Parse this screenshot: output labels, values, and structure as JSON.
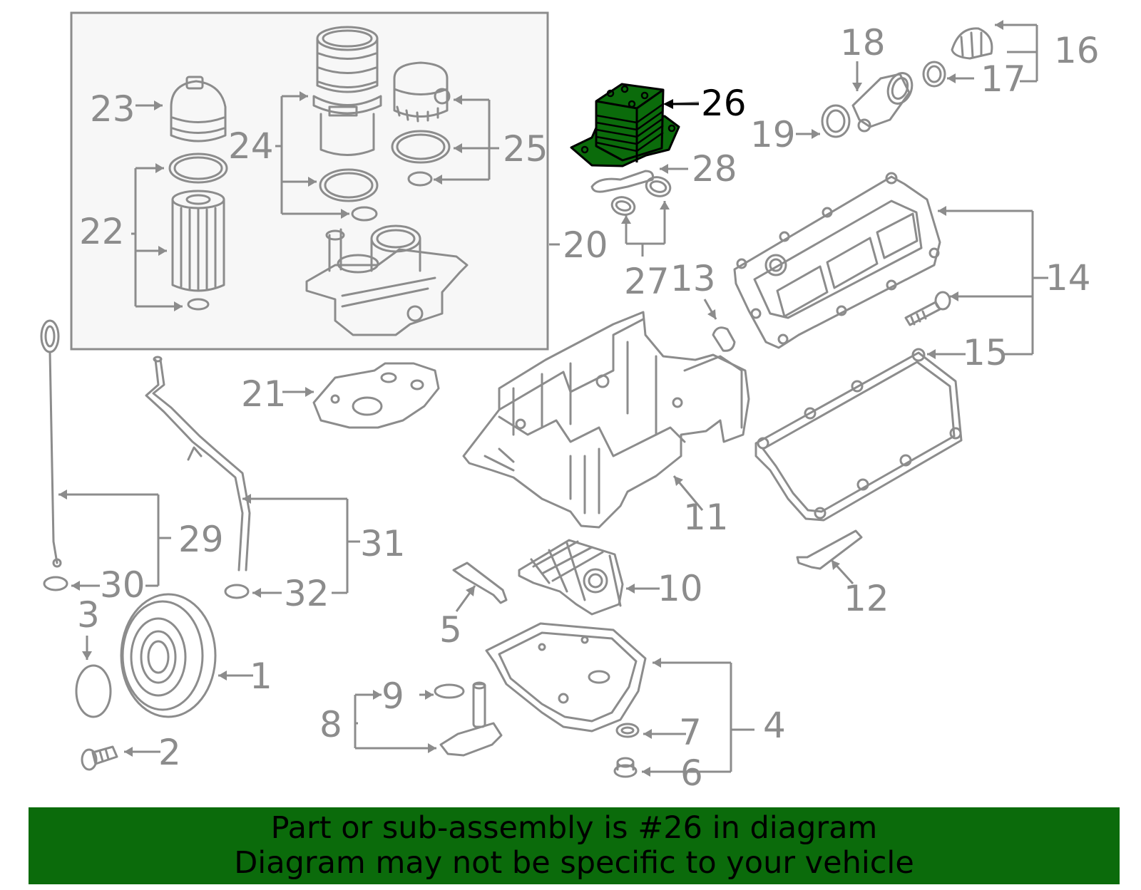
{
  "diagram": {
    "highlight_color": "#0b6b0b",
    "highlighted_part": "26",
    "callouts": [
      "1",
      "2",
      "3",
      "4",
      "5",
      "6",
      "7",
      "8",
      "9",
      "10",
      "11",
      "12",
      "13",
      "14",
      "15",
      "16",
      "17",
      "18",
      "19",
      "20",
      "21",
      "22",
      "23",
      "24",
      "25",
      "26",
      "27",
      "28",
      "29",
      "30",
      "31",
      "32"
    ]
  },
  "banner": {
    "line1": "Part or sub-assembly is #26 in diagram",
    "line2": "Diagram may not be specific to your vehicle",
    "background": "#0b6b0b"
  }
}
